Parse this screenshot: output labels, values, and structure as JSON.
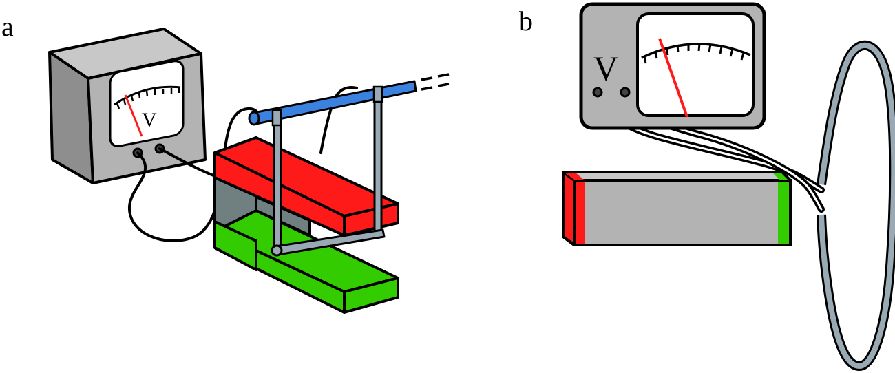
{
  "panels": {
    "a": {
      "label": "a",
      "meter_symbol": "V"
    },
    "b": {
      "label": "b",
      "meter_symbol": "V"
    }
  },
  "colors": {
    "meter_body": "#b3b3b3",
    "meter_side": "#8a8a8a",
    "meter_face": "#ffffff",
    "needle": "#ff1a1a",
    "wire": "#000000",
    "magnet_north": "#ff1a1a",
    "magnet_south": "#33cc00",
    "magnet_yoke": "#708080",
    "magnet_body": "#b3b3b3",
    "moving_rod": "#3b82e0",
    "rails": "#9aaab4",
    "loop": "#9aaab4"
  },
  "icons": {
    "meter": "voltmeter-icon",
    "magnet_a": "horseshoe-magnet-icon",
    "magnet_b": "bar-magnet-icon",
    "rod": "conducting-rod-icon",
    "loop": "wire-loop-icon"
  }
}
